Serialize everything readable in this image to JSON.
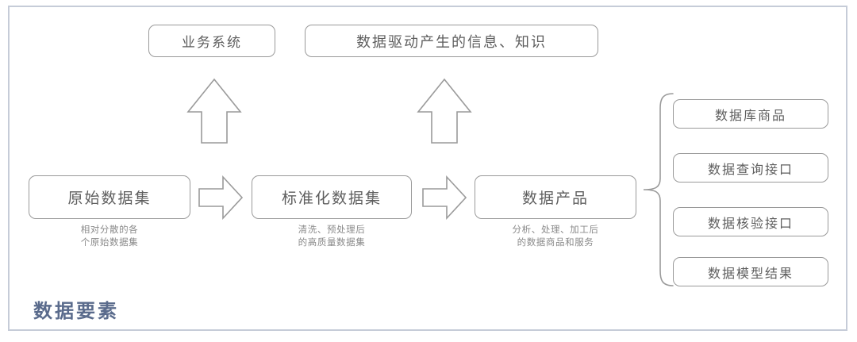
{
  "diagram": {
    "title": "数据要素",
    "top_boxes": [
      {
        "id": "business-system",
        "label": "业务系统"
      },
      {
        "id": "data-driven-info",
        "label": "数据驱动产生的信息、知识"
      }
    ],
    "pipeline": [
      {
        "id": "raw-dataset",
        "label": "原始数据集",
        "caption": "相对分散的各\n个原始数据集"
      },
      {
        "id": "standard-dataset",
        "label": "标准化数据集",
        "caption": "清洗、预处理后\n的高质量数据集"
      },
      {
        "id": "data-product",
        "label": "数据产品",
        "caption": "分析、处理、加工后\n的数据商品和服务"
      }
    ],
    "outputs": [
      {
        "id": "db-goods",
        "label": "数据库商品"
      },
      {
        "id": "query-api",
        "label": "数据查询接口"
      },
      {
        "id": "verify-api",
        "label": "数据核验接口"
      },
      {
        "id": "model-res",
        "label": "数据模型结果"
      }
    ],
    "connectors": [
      {
        "id": "arrow-up-1",
        "icon": "arrow-up-outline-icon"
      },
      {
        "id": "arrow-up-2",
        "icon": "arrow-up-outline-icon"
      },
      {
        "id": "arrow-right-1",
        "icon": "arrow-right-outline-icon"
      },
      {
        "id": "arrow-right-2",
        "icon": "arrow-right-outline-icon"
      },
      {
        "id": "brace",
        "icon": "curly-brace-icon"
      }
    ],
    "colors": {
      "frame_border": "#c6ccd8",
      "box_border": "#9a9a9a",
      "box_text": "#5e5e5e",
      "caption_text": "#8a8a8a",
      "title_text": "#5a6b8c",
      "background": "#ffffff"
    }
  }
}
